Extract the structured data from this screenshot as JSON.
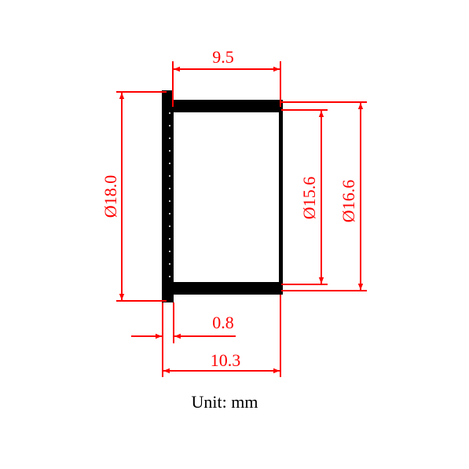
{
  "colors": {
    "dimension": "#ff0000",
    "part": "#000000",
    "background": "#ffffff"
  },
  "dimensions": {
    "length_top": "9.5",
    "flange_thickness": "0.8",
    "length_total": "10.3",
    "flange_diameter": "Ø18.0",
    "inner_diameter": "Ø15.6",
    "outer_diameter": "Ø16.6"
  },
  "unit_label": "Unit: mm"
}
